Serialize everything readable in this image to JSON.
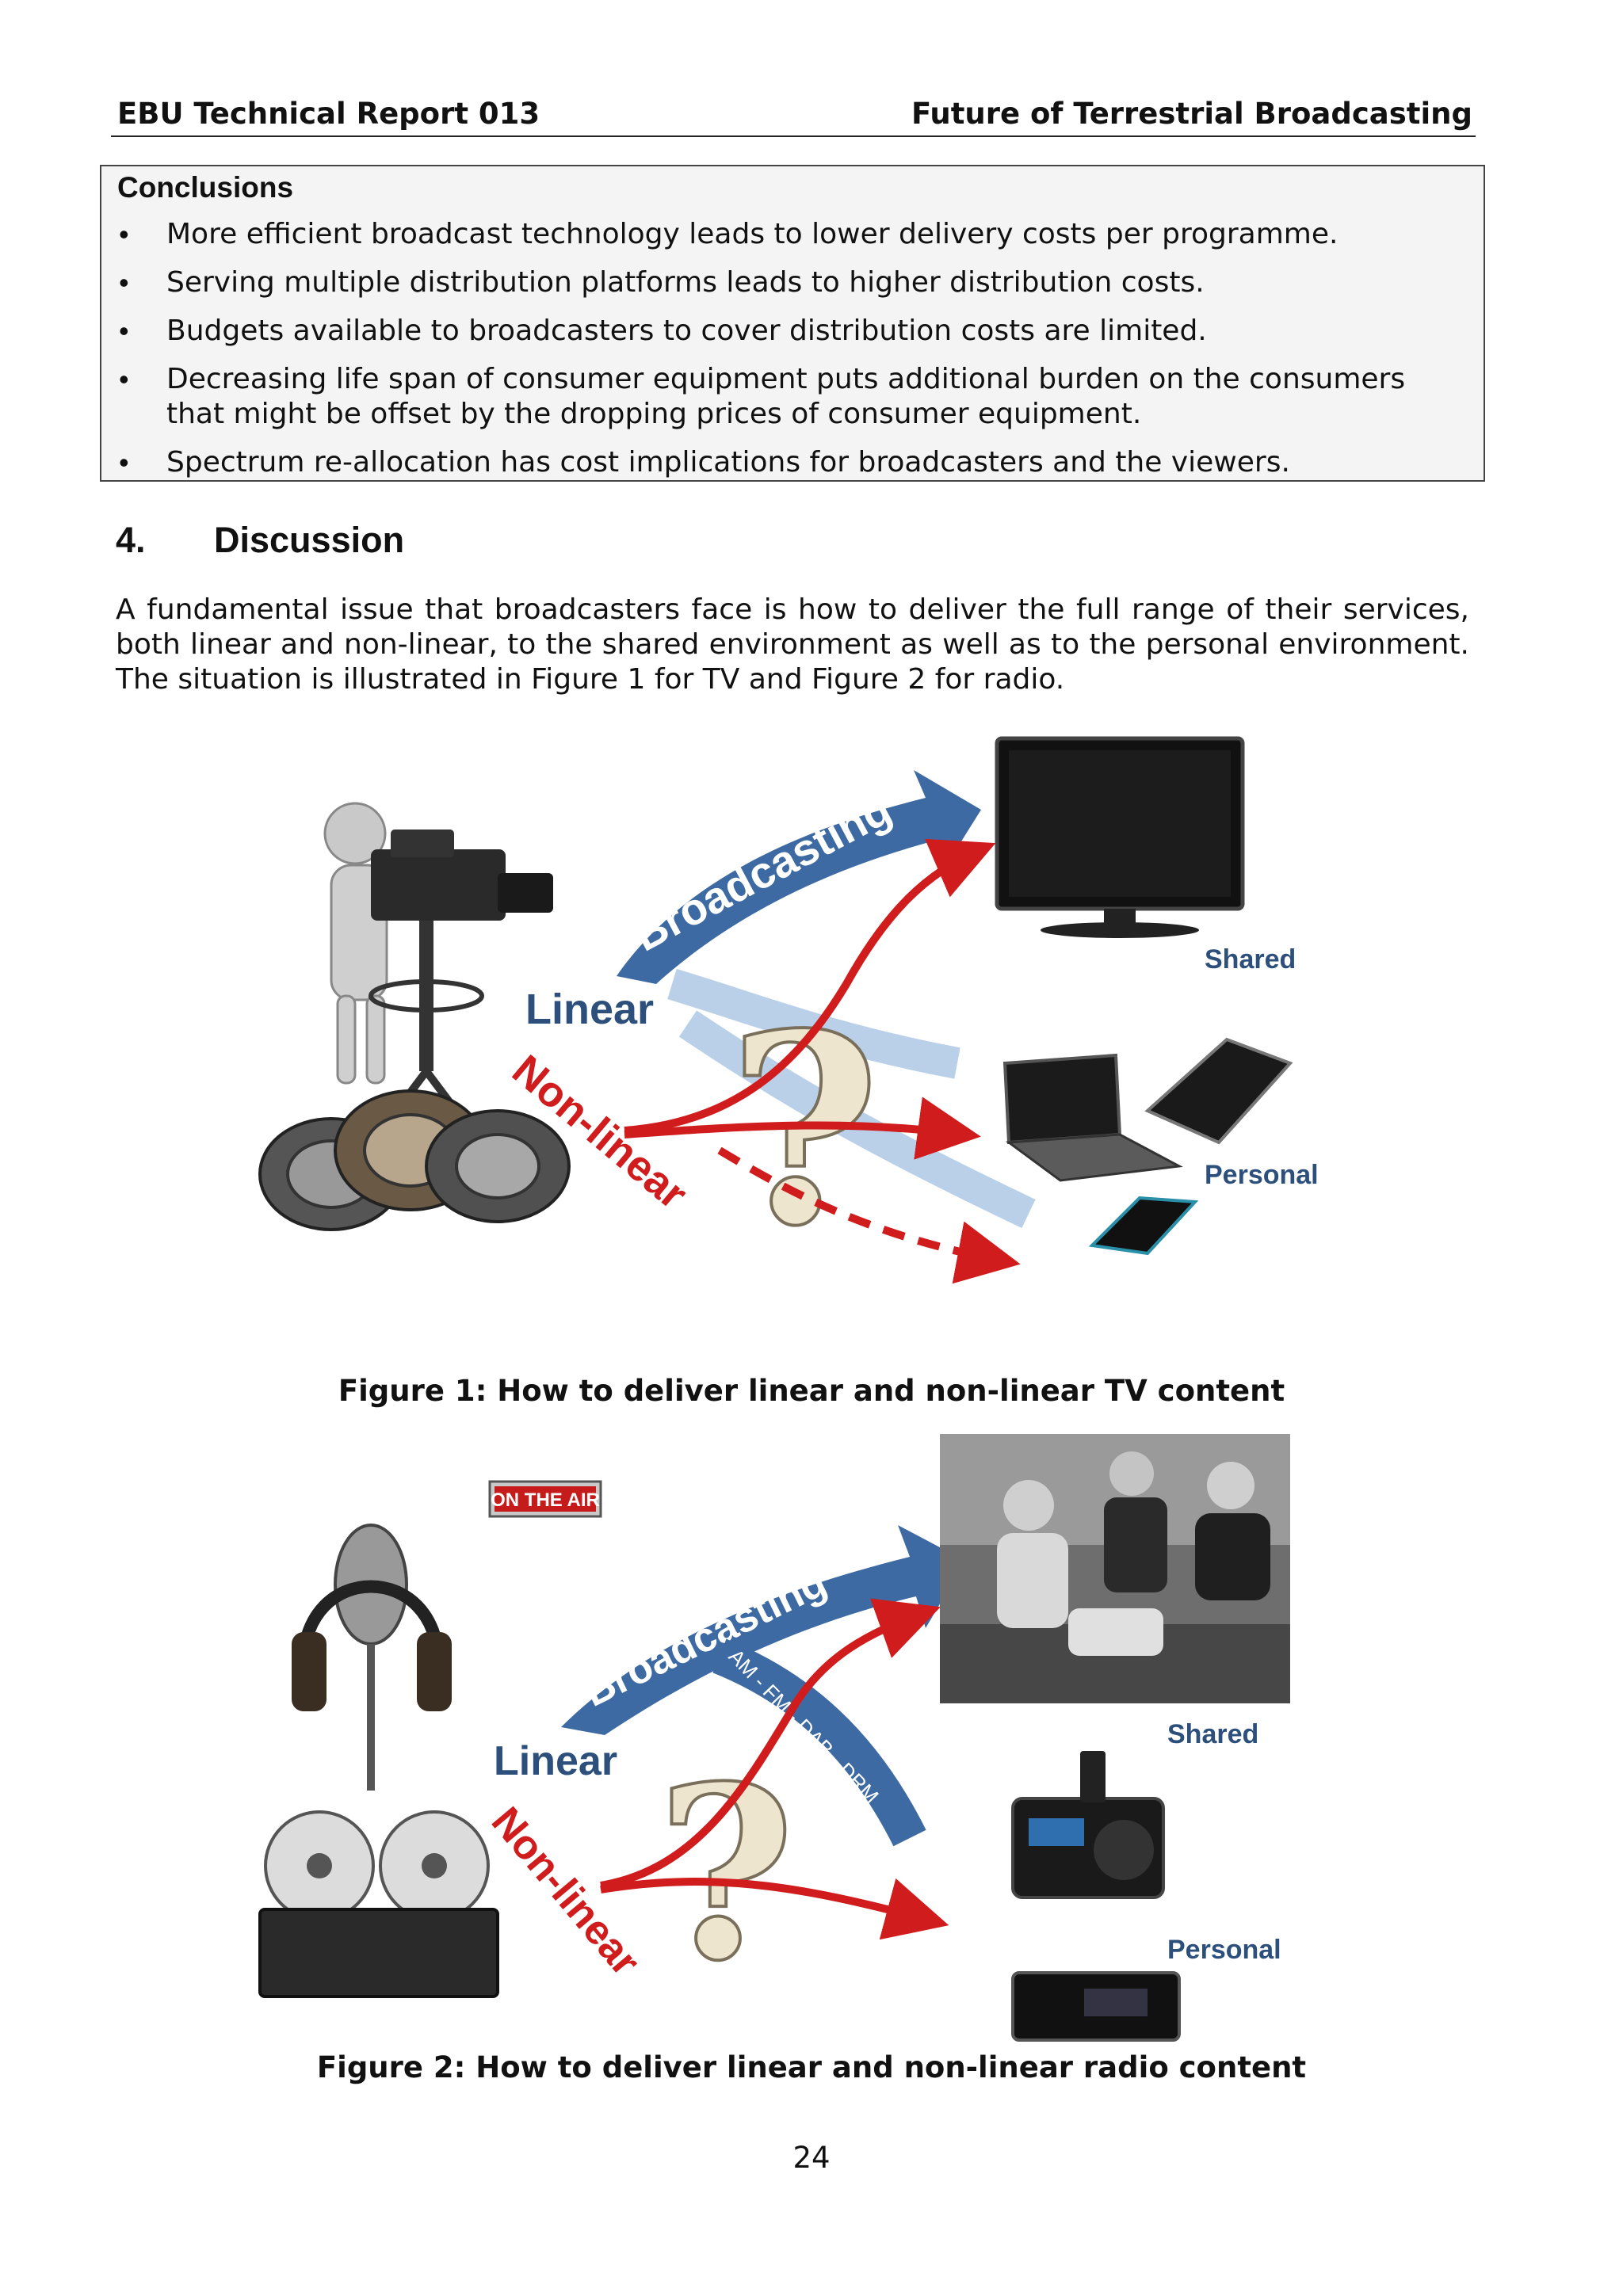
{
  "header": {
    "left": "EBU Technical Report 013",
    "right": "Future of Terrestrial Broadcasting"
  },
  "conclusions": {
    "title": "Conclusions",
    "bullet_glyph": "•",
    "items": [
      "More efficient broadcast technology leads to lower delivery costs per programme.",
      "Serving multiple distribution platforms leads to higher distribution costs.",
      "Budgets available to broadcasters to cover distribution costs are limited.",
      "Decreasing life span of consumer equipment puts additional burden on the consumers that might be offset by the dropping prices of consumer equipment.",
      "Spectrum re-allocation has cost implications for broadcasters and the viewers."
    ]
  },
  "section": {
    "number": "4.",
    "title": "Discussion"
  },
  "paragraph": "A fundamental issue that broadcasters face is how to deliver the full range of their services, both linear and non-linear, to the shared environment as well as to the personal environment. The situation is illustrated in Figure 1 for TV and Figure 2 for radio.",
  "figure1": {
    "broadcasting": "Broadcasting",
    "linear": "Linear",
    "nonlinear": "Non-linear",
    "shared": "Shared",
    "personal": "Personal",
    "question": "?",
    "caption": "Figure 1: How to deliver linear and non-linear TV content"
  },
  "figure2": {
    "on_the_air": "ON THE AIR",
    "broadcasting": "Broadcasting",
    "bands": "AM - FM - DAB - DRM",
    "linear": "Linear",
    "nonlinear": "Non-linear",
    "shared": "Shared",
    "personal": "Personal",
    "question": "?",
    "caption": "Figure 2: How to deliver linear and non-linear radio content"
  },
  "page_number": "24",
  "colors": {
    "broadcast_arrow": "#3d6aa3",
    "nonlinear_red": "#d01c1c",
    "label_blue": "#2c4f7c"
  }
}
